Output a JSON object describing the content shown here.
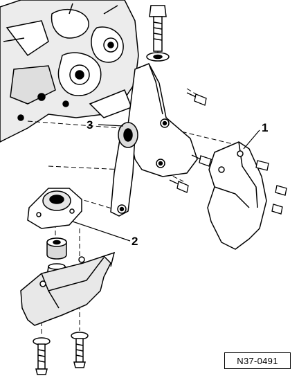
{
  "callouts": {
    "label_1": "1",
    "label_2": "2",
    "label_3": "3"
  },
  "reference": {
    "code": "N37-0491"
  },
  "colors": {
    "line": "#000000",
    "background": "#ffffff",
    "shade": "#cfcfcf"
  }
}
